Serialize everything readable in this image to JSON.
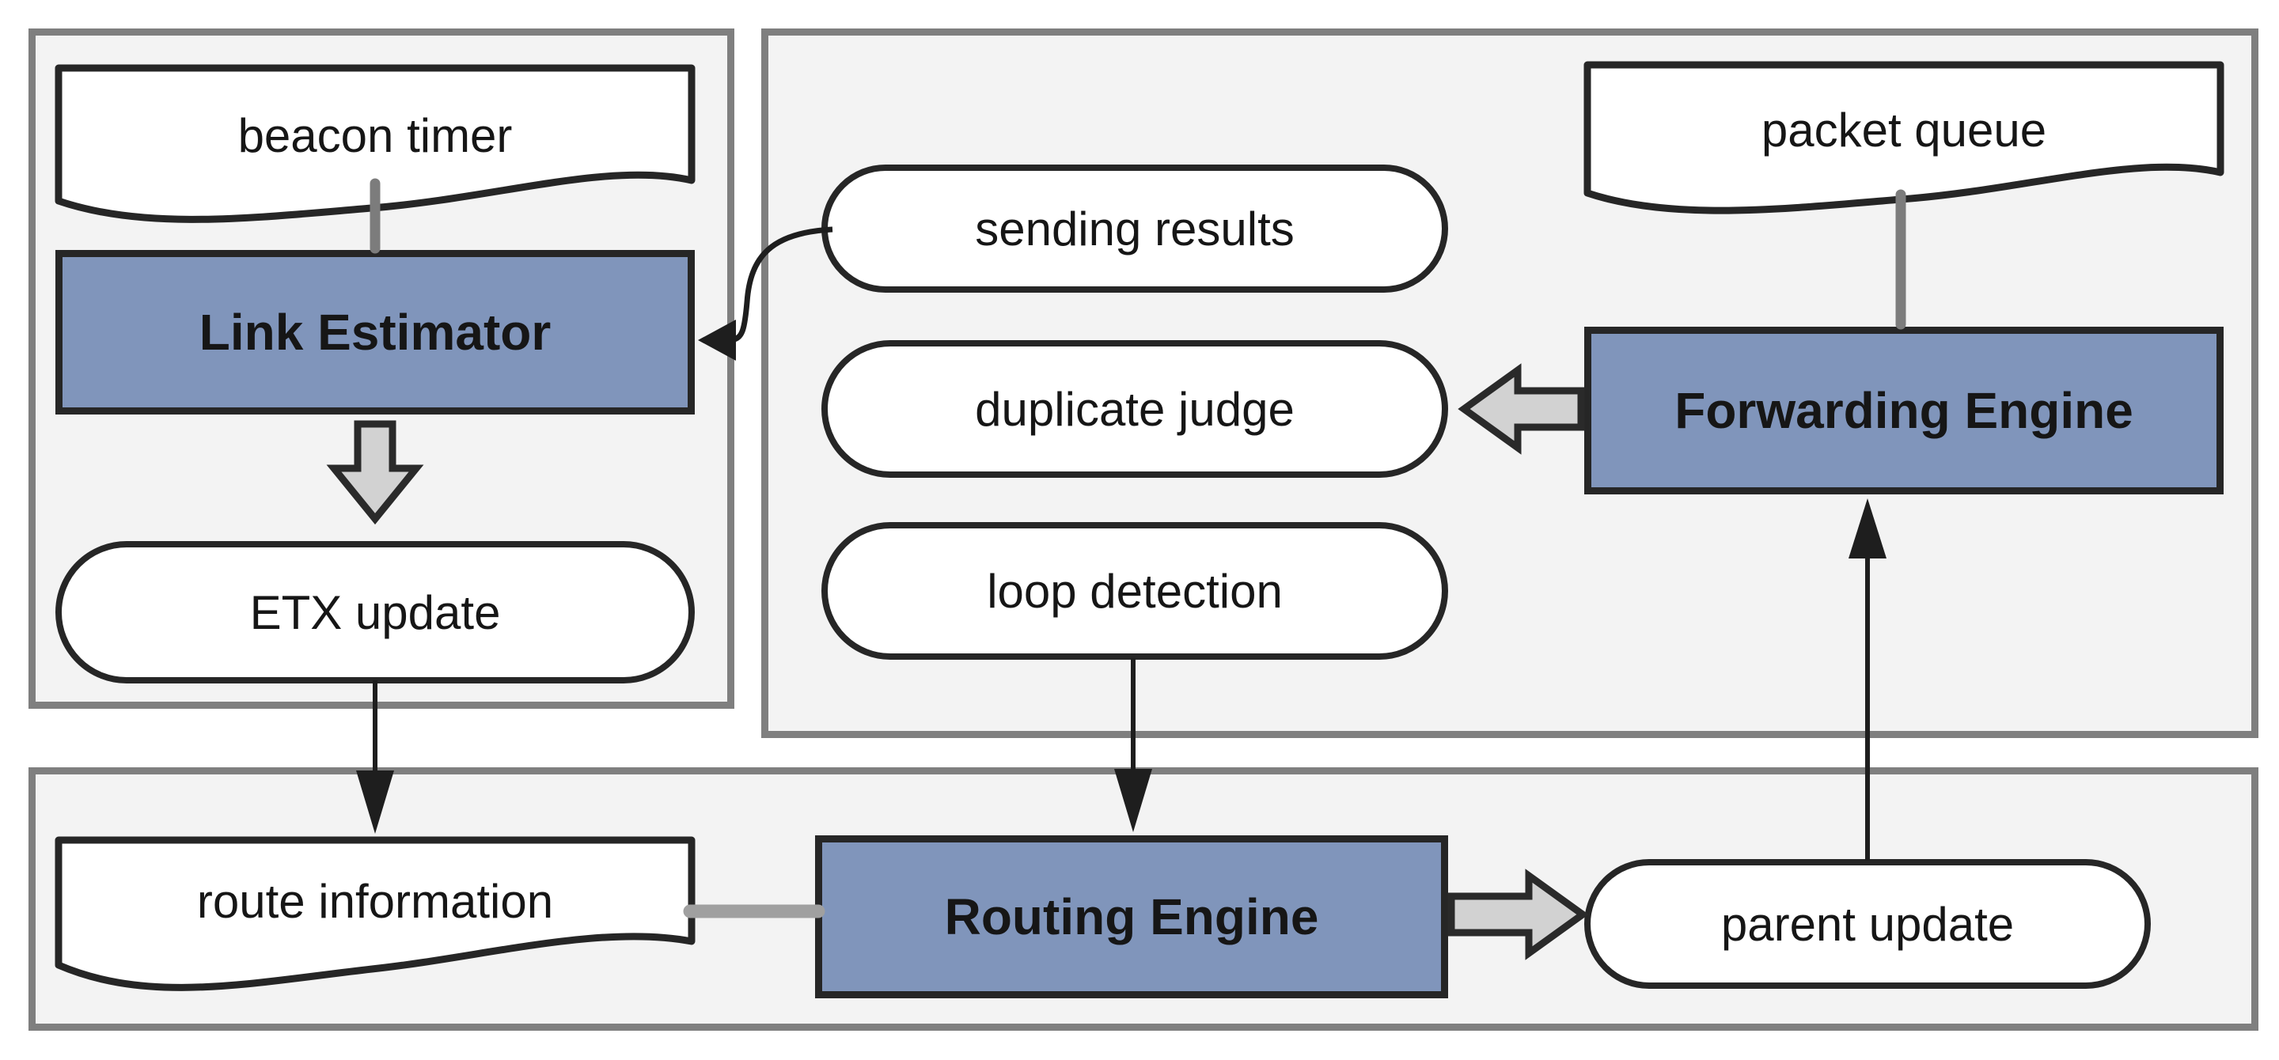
{
  "diagram": {
    "nodes": {
      "beacon_timer": {
        "label": "beacon timer",
        "shape": "document"
      },
      "link_estimator": {
        "label": "Link Estimator",
        "shape": "module"
      },
      "etx_update": {
        "label": "ETX update",
        "shape": "rounded"
      },
      "sending_results": {
        "label": "sending results",
        "shape": "rounded"
      },
      "duplicate_judge": {
        "label": "duplicate judge",
        "shape": "rounded"
      },
      "loop_detection": {
        "label": "loop detection",
        "shape": "rounded"
      },
      "packet_queue": {
        "label": "packet queue",
        "shape": "document"
      },
      "forwarding_engine": {
        "label": "Forwarding Engine",
        "shape": "module"
      },
      "route_information": {
        "label": "route information",
        "shape": "document"
      },
      "routing_engine": {
        "label": "Routing Engine",
        "shape": "module"
      },
      "parent_update": {
        "label": "parent update",
        "shape": "rounded"
      }
    },
    "edges": [
      {
        "from": "beacon timer",
        "to": "Link Estimator",
        "style": "gray-connector"
      },
      {
        "from": "Link Estimator",
        "to": "ETX update",
        "style": "block-arrow-down"
      },
      {
        "from": "ETX update",
        "to": "route information",
        "style": "thin-arrow-down"
      },
      {
        "from": "sending results",
        "to": "Link Estimator",
        "style": "thin-arrow-curved-left"
      },
      {
        "from": "Forwarding Engine",
        "to": "duplicate judge",
        "style": "block-arrow-left"
      },
      {
        "from": "packet queue",
        "to": "Forwarding Engine",
        "style": "gray-connector"
      },
      {
        "from": "loop detection",
        "to": "Routing Engine",
        "style": "thin-arrow-down"
      },
      {
        "from": "route information",
        "to": "Routing Engine",
        "style": "gray-connector"
      },
      {
        "from": "Routing Engine",
        "to": "parent update",
        "style": "block-arrow-right"
      },
      {
        "from": "parent update",
        "to": "Forwarding Engine",
        "style": "thin-arrow-up"
      }
    ],
    "colors": {
      "module_fill": "#8095bb",
      "container_fill": "#f3f3f3",
      "container_border": "#7f7f7f",
      "block_arrow_fill": "#d2d2d2",
      "shape_outline": "#262626",
      "gray_connector": "#7c7c7c",
      "text": "#161616"
    }
  }
}
